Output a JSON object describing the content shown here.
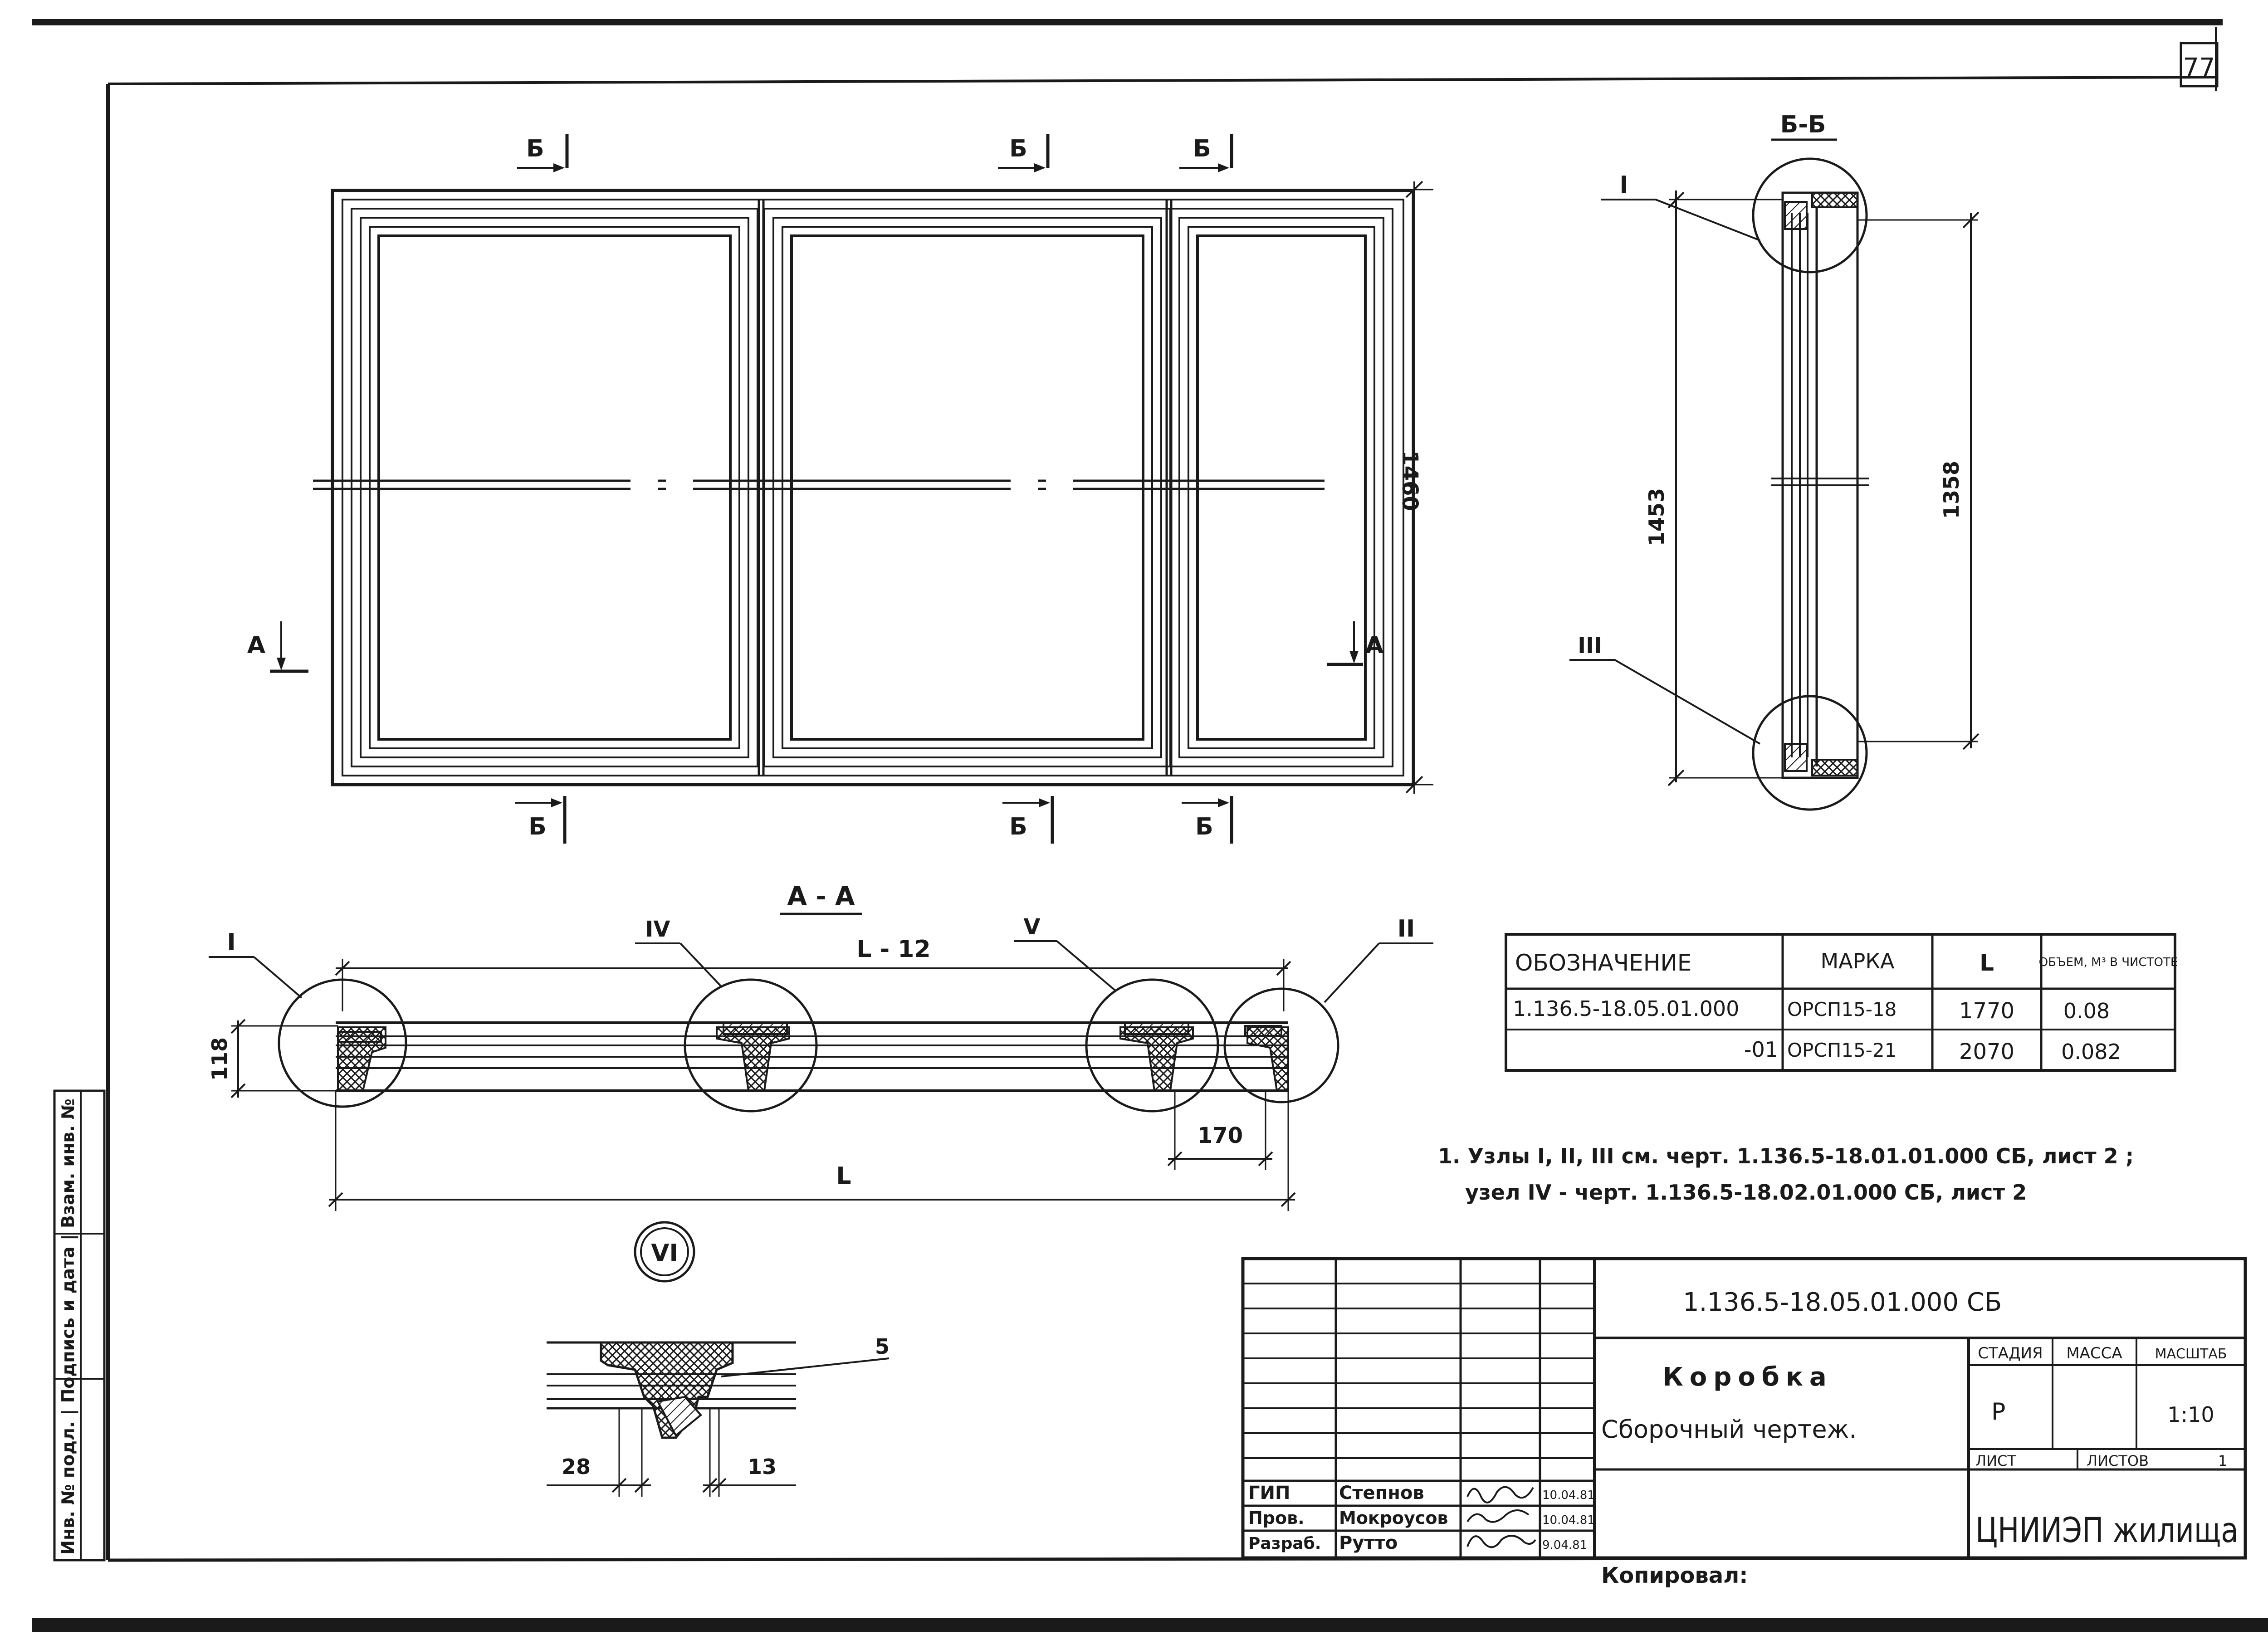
{
  "page_number": "77",
  "front_view": {
    "section_marks": [
      "Б",
      "Б",
      "Б",
      "Б",
      "Б",
      "Б",
      "А",
      "А"
    ],
    "height_dim": "1460"
  },
  "section_bb": {
    "title": "Б-Б",
    "node_i": "I",
    "node_iii": "III",
    "dim_outer": "1453",
    "dim_inner": "1358"
  },
  "section_aa": {
    "title": "А - А",
    "node_i": "I",
    "node_iv": "IV",
    "node_v": "V",
    "node_ii": "II",
    "dim_inner_len": "L - 12",
    "dim_height": "118",
    "dim_170": "170",
    "dim_len": "L"
  },
  "node_vi": {
    "label": "VI",
    "item_5": "5",
    "dim_28": "28",
    "dim_13": "13"
  },
  "spec_table": {
    "headers": [
      "ОБОЗНАЧЕНИЕ",
      "МАРКА",
      "L",
      "ОБЪЕМ, М³ В ЧИСТОТЕ"
    ],
    "rows": [
      [
        "1.136.5-18.05.01.000",
        "ОРСП15-18",
        "1770",
        "0.08"
      ],
      [
        "-01",
        "ОРСП15-21",
        "2070",
        "0.082"
      ]
    ]
  },
  "notes": {
    "line1": "1. Узлы I, II, III см. черт. 1.136.5-18.01.01.000 СБ, лист 2 ;",
    "line2": "узел IV - черт. 1.136.5-18.02.01.000 СБ, лист 2"
  },
  "side_stamp": "Инв. № подл. | Подпись и дата | Взам. инв. №",
  "title_block": {
    "designation": "1.136.5-18.05.01.000 СБ",
    "name_line1": "Коробка",
    "name_line2": "Сборочный чертеж.",
    "stage_label": "СТАДИЯ",
    "mass_label": "МАССА",
    "scale_label": "МАСШТАБ",
    "stage_value": "Р",
    "scale_value": "1:10",
    "sheet_label": "ЛИСТ",
    "sheets_label": "ЛИСТОВ",
    "sheets_value": "1",
    "organization": "ЦНИИЭП жилища",
    "staff": [
      {
        "role": "ГИП",
        "name": "Степнов",
        "date": "10.04.81"
      },
      {
        "role": "Пров.",
        "name": "Мокроусов",
        "date": "10.04.81"
      },
      {
        "role": "Разраб.",
        "name": "Рутто",
        "date": "9.04.81"
      }
    ],
    "copied": "Копировал:"
  }
}
